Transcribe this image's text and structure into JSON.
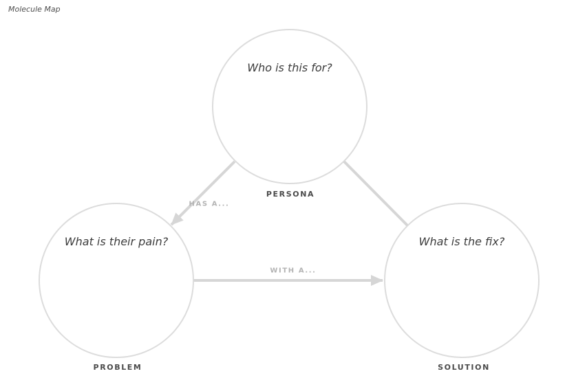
{
  "title": "Molecule Map",
  "nodes": [
    {
      "id": "persona",
      "question": "Who is this for?",
      "label": "PERSONA"
    },
    {
      "id": "problem",
      "question": "What is their pain?",
      "label": "PROBLEM"
    },
    {
      "id": "solution",
      "question": "What is the fix?",
      "label": "SOLUTION"
    }
  ],
  "edges": [
    {
      "from": "persona",
      "to": "problem",
      "label": "HAS A...",
      "arrowhead": true
    },
    {
      "from": "persona",
      "to": "solution",
      "label": "",
      "arrowhead": false
    },
    {
      "from": "problem",
      "to": "solution",
      "label": "WITH A...",
      "arrowhead": true
    }
  ],
  "colors": {
    "title-color": "#4f4f4f",
    "question-color": "#3c3c3c",
    "node-label-color": "#4a4a4a",
    "edge-label-color": "#b3b3b3",
    "circle-border": "#dcdcdc",
    "connector-color": "#d6d6d6"
  }
}
